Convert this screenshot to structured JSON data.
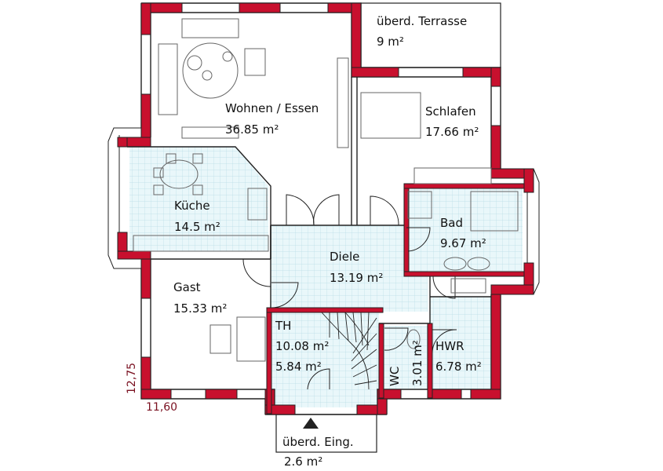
{
  "rooms": {
    "wohnen": {
      "name": "Wohnen / Essen",
      "area": "36.85 m²"
    },
    "terrasse": {
      "name": "überd. Terrasse",
      "area": "9 m²"
    },
    "schlafen": {
      "name": "Schlafen",
      "area": "17.66 m²"
    },
    "kueche": {
      "name": "Küche",
      "area": "14.5 m²"
    },
    "bad": {
      "name": "Bad",
      "area": "9.67 m²"
    },
    "diele": {
      "name": "Diele",
      "area": "13.19 m²"
    },
    "gast": {
      "name": "Gast",
      "area": "15.33 m²"
    },
    "th": {
      "name": "TH",
      "area1": "10.08 m²",
      "area2": "5.84 m²"
    },
    "wc": {
      "name": "WC",
      "area": "3.01 m²"
    },
    "hwr": {
      "name": "HWR",
      "area": "6.78 m²"
    },
    "eingang": {
      "name": "überd. Eing.",
      "area": "2.6 m²"
    }
  },
  "dimensions": {
    "depth": "12,75",
    "width": "11,60"
  },
  "colors": {
    "wall": "#c8102e",
    "outline": "#222222",
    "tile": "#e9f7fa",
    "grid": "#b9dde6",
    "furniture": "#666666"
  }
}
